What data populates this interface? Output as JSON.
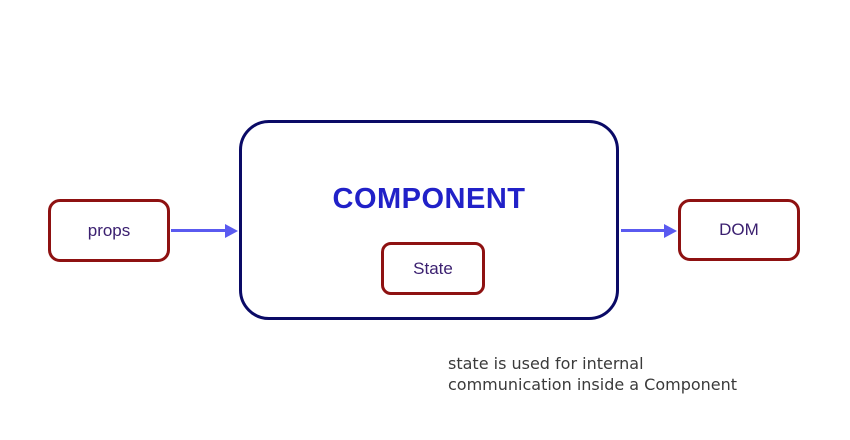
{
  "diagram": {
    "nodes": {
      "props": {
        "label": "props"
      },
      "component": {
        "title": "COMPONENT"
      },
      "state": {
        "label": "State"
      },
      "dom": {
        "label": "DOM"
      }
    },
    "caption": {
      "line1": "state is used for internal",
      "line2": "communication inside a Component"
    },
    "colors": {
      "background": "#ffffff",
      "red_node_border": "#8e1111",
      "component_border": "#0a0a66",
      "component_title": "#2121c8",
      "node_label": "#3b2070",
      "arrow": "#5a5af0",
      "caption_text": "#3a3a3a"
    }
  }
}
